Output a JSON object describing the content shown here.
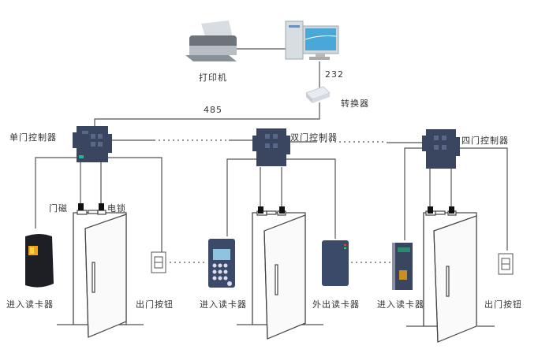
{
  "title": "门禁系统连接示意图",
  "nodes": {
    "printer": {
      "label": "打印机"
    },
    "computer": {
      "label": ""
    },
    "converter": {
      "label": "转换器"
    },
    "controller_single": {
      "label": "单门控制器"
    },
    "controller_double": {
      "label": "双门控制器"
    },
    "controller_quad": {
      "label": "四门控制器"
    }
  },
  "links": {
    "pc_converter": "232",
    "converter_controllers": "485"
  },
  "door_left": {
    "sensor_label": "门磁",
    "lock_label": "电锁",
    "reader_label": "进入读卡器",
    "button_label": "出门按钮"
  },
  "door_middle": {
    "reader_in_label": "进入读卡器",
    "reader_out_label": "外出读卡器"
  },
  "door_right": {
    "reader_label": "进入读卡器",
    "button_label": "出门按钮"
  },
  "colors": {
    "wire": "#555555",
    "controller": "#3a4660",
    "reader_dark": "#1e1f24",
    "reader_blue": "#3c4a6a",
    "screen_blue": "#4aa8d8"
  }
}
